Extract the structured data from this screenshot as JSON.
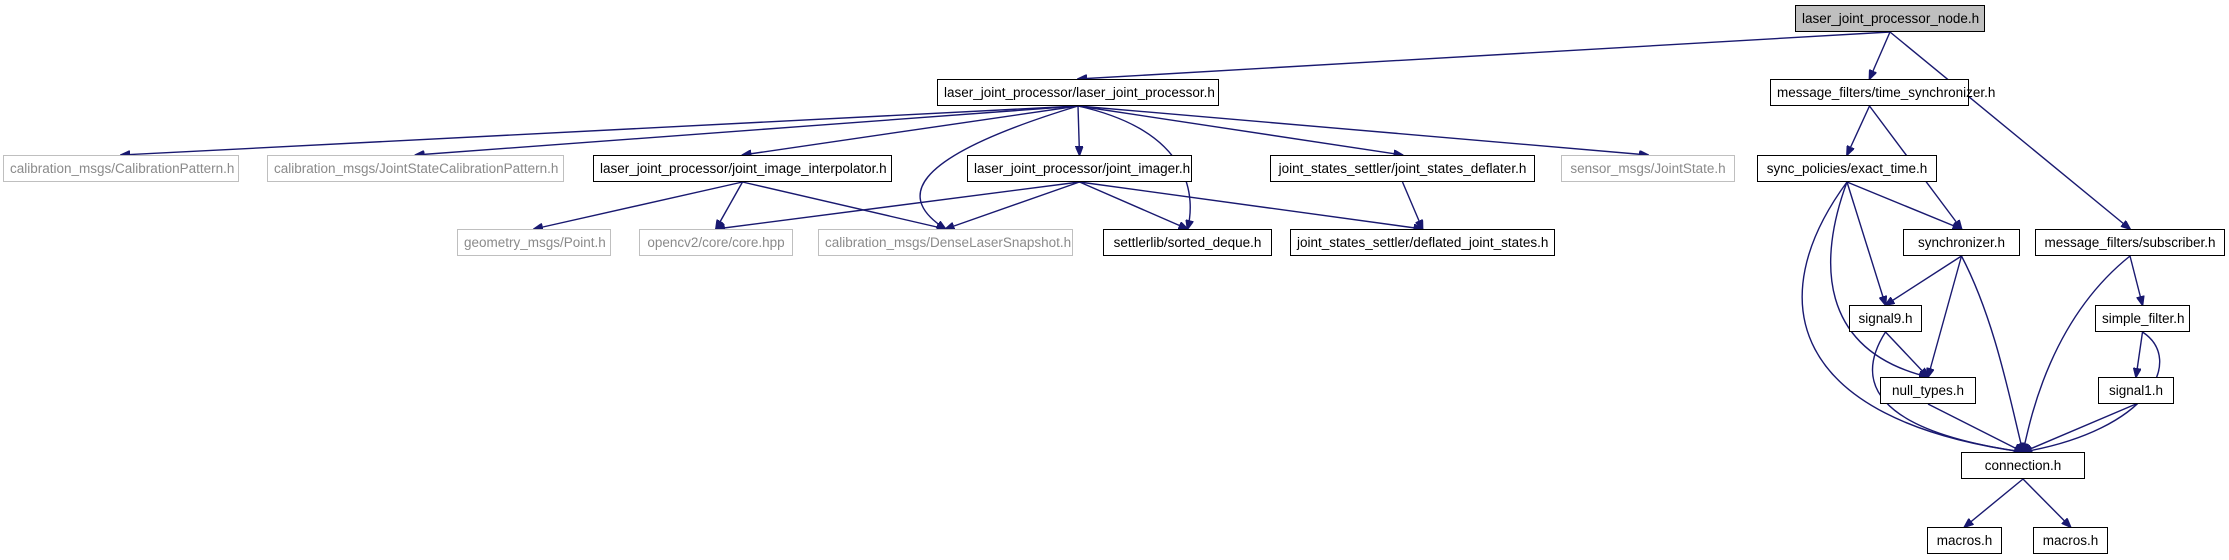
{
  "nodes": {
    "root": {
      "label": "laser_joint_processor_node.h",
      "kind": "root"
    },
    "ljp": {
      "label": "laser_joint_processor/laser_joint_processor.h",
      "kind": "normal"
    },
    "ts": {
      "label": "message_filters/time_synchronizer.h",
      "kind": "normal"
    },
    "cp": {
      "label": "calibration_msgs/CalibrationPattern.h",
      "kind": "external"
    },
    "jscp": {
      "label": "calibration_msgs/JointStateCalibrationPattern.h",
      "kind": "external"
    },
    "jii": {
      "label": "laser_joint_processor/joint_image_interpolator.h",
      "kind": "normal"
    },
    "ji": {
      "label": "laser_joint_processor/joint_imager.h",
      "kind": "normal"
    },
    "jsd": {
      "label": "joint_states_settler/joint_states_deflater.h",
      "kind": "normal"
    },
    "js": {
      "label": "sensor_msgs/JointState.h",
      "kind": "external"
    },
    "pt": {
      "label": "geometry_msgs/Point.h",
      "kind": "external"
    },
    "cv": {
      "label": "opencv2/core/core.hpp",
      "kind": "external"
    },
    "dls": {
      "label": "calibration_msgs/DenseLaserSnapshot.h",
      "kind": "external"
    },
    "sdq": {
      "label": "settlerlib/sorted_deque.h",
      "kind": "normal"
    },
    "djs": {
      "label": "joint_states_settler/deflated_joint_states.h",
      "kind": "normal"
    },
    "et": {
      "label": "sync_policies/exact_time.h",
      "kind": "normal"
    },
    "sync": {
      "label": "synchronizer.h",
      "kind": "normal"
    },
    "sub": {
      "label": "message_filters/subscriber.h",
      "kind": "normal"
    },
    "s9": {
      "label": "signal9.h",
      "kind": "normal"
    },
    "sf": {
      "label": "simple_filter.h",
      "kind": "normal"
    },
    "nt": {
      "label": "null_types.h",
      "kind": "normal"
    },
    "s1": {
      "label": "signal1.h",
      "kind": "normal"
    },
    "conn": {
      "label": "connection.h",
      "kind": "normal"
    },
    "mac1": {
      "label": "macros.h",
      "kind": "normal"
    },
    "mac2": {
      "label": "macros.h",
      "kind": "normal"
    }
  },
  "edges": [
    [
      "root",
      "ljp"
    ],
    [
      "root",
      "ts"
    ],
    [
      "root",
      "sub"
    ],
    [
      "ljp",
      "cp"
    ],
    [
      "ljp",
      "jscp"
    ],
    [
      "ljp",
      "jii"
    ],
    [
      "ljp",
      "ji"
    ],
    [
      "ljp",
      "dls"
    ],
    [
      "ljp",
      "sdq"
    ],
    [
      "ljp",
      "jsd"
    ],
    [
      "ljp",
      "js"
    ],
    [
      "jii",
      "pt"
    ],
    [
      "jii",
      "cv"
    ],
    [
      "jii",
      "dls"
    ],
    [
      "ji",
      "cv"
    ],
    [
      "ji",
      "dls"
    ],
    [
      "ji",
      "sdq"
    ],
    [
      "ji",
      "djs"
    ],
    [
      "jsd",
      "djs"
    ],
    [
      "ts",
      "et"
    ],
    [
      "ts",
      "sync"
    ],
    [
      "et",
      "sync"
    ],
    [
      "et",
      "s9"
    ],
    [
      "et",
      "nt"
    ],
    [
      "et",
      "conn"
    ],
    [
      "sync",
      "s9"
    ],
    [
      "sync",
      "nt"
    ],
    [
      "sync",
      "conn"
    ],
    [
      "s9",
      "nt"
    ],
    [
      "s9",
      "conn"
    ],
    [
      "nt",
      "conn"
    ],
    [
      "sub",
      "sf"
    ],
    [
      "sub",
      "conn"
    ],
    [
      "sf",
      "s1"
    ],
    [
      "sf",
      "conn"
    ],
    [
      "s1",
      "conn"
    ],
    [
      "conn",
      "mac1"
    ],
    [
      "conn",
      "mac2"
    ]
  ]
}
